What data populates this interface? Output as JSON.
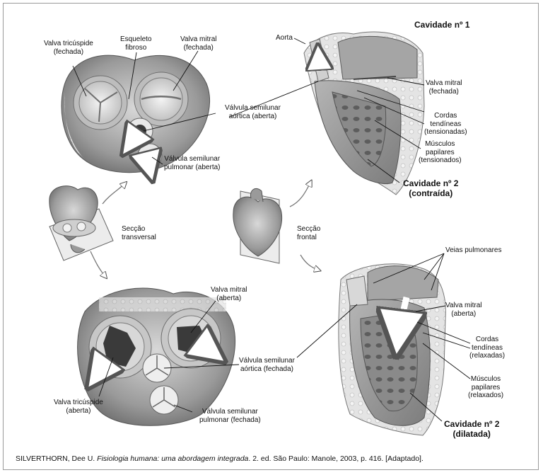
{
  "figure": {
    "top_left": {
      "valva_tricuspide": [
        "Valva tricúspide",
        "(fechada)"
      ],
      "esqueleto": [
        "Esqueleto",
        "fibroso"
      ],
      "valva_mitral": [
        "Valva mitral",
        "(fechada)"
      ],
      "valvula_aortica": [
        "Válvula semilunar",
        "aórtica (aberta)"
      ],
      "valvula_pulmonar": [
        "Válvula semilunar",
        "pulmonar (aberta)"
      ]
    },
    "middle_left": {
      "seccao": [
        "Secção",
        "transversal"
      ]
    },
    "bottom_left": {
      "valva_mitral": [
        "Valva mitral",
        "(aberta)"
      ],
      "valvula_aortica": [
        "Válvula semilunar",
        "aórtica (fechada)"
      ],
      "valva_tricuspide": [
        "Valva tricúspide",
        "(aberta)"
      ],
      "valvula_pulmonar": [
        "Válvula semilunar",
        "pulmonar (fechada)"
      ]
    },
    "middle_right": {
      "seccao": [
        "Secção",
        "frontal"
      ]
    },
    "top_right": {
      "aorta": "Aorta",
      "cavidade1": "Cavidade nº 1",
      "valva_mitral": [
        "Valva mitral",
        "(fechada)"
      ],
      "cordas": [
        "Cordas",
        "tendíneas",
        "(tensionadas)"
      ],
      "musculos": [
        "Músculos",
        "papilares",
        "(tensionados)"
      ],
      "cavidade2": [
        "Cavidade nº 2",
        "(contraída)"
      ]
    },
    "bottom_right": {
      "veias": "Veias pulmonares",
      "valva_mitral": [
        "Valva mitral",
        "(aberta)"
      ],
      "cordas": [
        "Cordas",
        "tendíneas",
        "(relaxadas)"
      ],
      "musculos": [
        "Músculos",
        "papilares",
        "(relaxados)"
      ],
      "cavidade2": [
        "Cavidade nº 2",
        "(dilatada)"
      ]
    }
  },
  "source": {
    "author": "SILVERTHORN, Dee U.",
    "title": "Fisiologia humana: uma abordagem integrada",
    "rest": ". 2. ed. São Paulo: Manole, 2003, p. 416. [Adaptado]."
  }
}
